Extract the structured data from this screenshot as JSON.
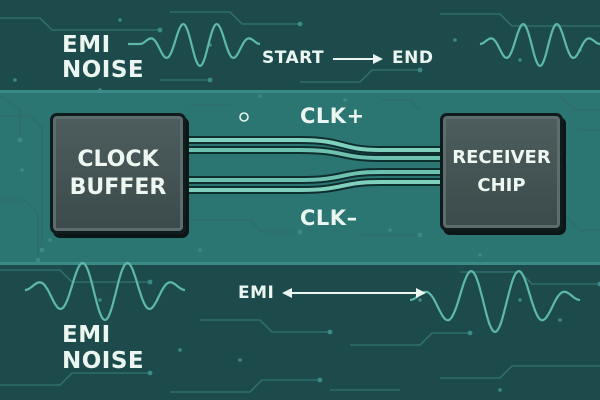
{
  "colors": {
    "background": "#1d4b4c",
    "center_band": "#2e7a78",
    "trace": "#2f7472",
    "wave": "#5fb9aa",
    "diff_pair": "#7fd1bd",
    "text": "#eaf6ef",
    "chip_body": "#475657"
  },
  "labels": {
    "emi_top_line1": "EMI",
    "emi_top_line2": "NOISE",
    "start": "START",
    "end": "END",
    "clk_plus": "CLK+",
    "clk_minus": "CLK–",
    "emi_arrow": "EMI",
    "emi_bottom_line1": "EMI",
    "emi_bottom_line2": "NOISE"
  },
  "chips": {
    "left": {
      "line1": "CLOCK",
      "line2": "BUFFER"
    },
    "right": {
      "line1": "RECEIVER",
      "line2": "CHIP"
    }
  },
  "icons": {
    "start_end_arrow": "right-arrow-icon",
    "emi_arrow": "double-arrow-icon",
    "waves": "emi-wave-icon",
    "via": "via-dot-icon"
  }
}
